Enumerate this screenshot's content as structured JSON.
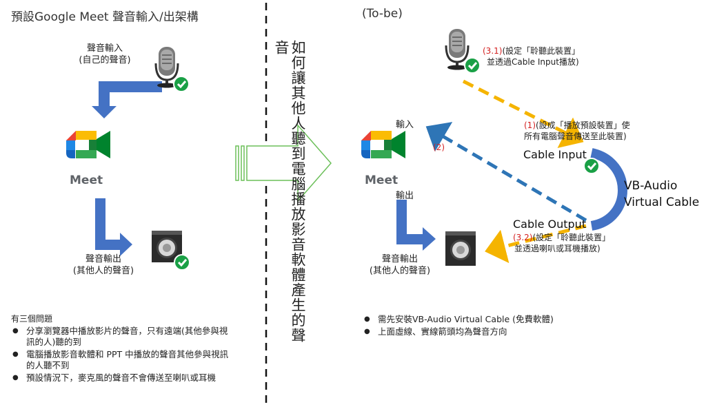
{
  "left": {
    "title": "預設Google Meet 聲音輸入/出架構",
    "mic_label_1": "聲音輸入",
    "mic_label_2": "(自己的聲音)",
    "meet_text": "Meet",
    "speaker_label_1": "聲音輸出",
    "speaker_label_2": "(其他人的聲音)",
    "problems_title": "有三個問題",
    "problems": [
      "分享瀏覽器中播放影片的聲音，只有遠端(其他參與視訊的人)聽的到",
      "電腦播放影音軟體和 PPT 中播放的聲音其他參與視訊的人聽不到",
      "預設情況下，麥克風的聲音不會傳送至喇叭或耳機"
    ]
  },
  "middle": {
    "question": "如何讓其他人聽到電腦播放影音軟體產生的聲音"
  },
  "right": {
    "title": "(To-be)",
    "step31_num": "(3.1)",
    "step31_text_1": "(設定「聆聽此裝置」",
    "step31_text_2": "並透過Cable Input播放)",
    "step1_num": "(1)",
    "step1_text_1": "(設成「播放預設裝置」使",
    "step1_text_2": "所有電腦聲音傳送至此裝置)",
    "cable_input": "Cable Input",
    "input_label": "輸入",
    "step2_num": "(2)",
    "meet_text": "Meet",
    "output_label": "輸出",
    "vb_audio_1": "VB-Audio",
    "vb_audio_2": "Virtual Cable",
    "cable_output": "Cable Output",
    "step32_num": "(3.2)",
    "step32_text_1": "(設定「聆聽此裝置」",
    "step32_text_2": "並透過喇叭或耳機播放)",
    "speaker_label_1": "聲音輸出",
    "speaker_label_2": "(其他人的聲音)",
    "notes": [
      "需先安裝VB-Audio Virtual Cable (免費軟體)",
      "上面虛線、實線箭頭均為聲音方向"
    ]
  },
  "colors": {
    "blue_arrow": "#4472c4",
    "orange_dash": "#f5b400",
    "blue_dash": "#2e75b6",
    "green_check": "#1aa046",
    "red_step": "#d42020",
    "divider": "#111111",
    "hollow_arrow": "#6bbf59"
  }
}
